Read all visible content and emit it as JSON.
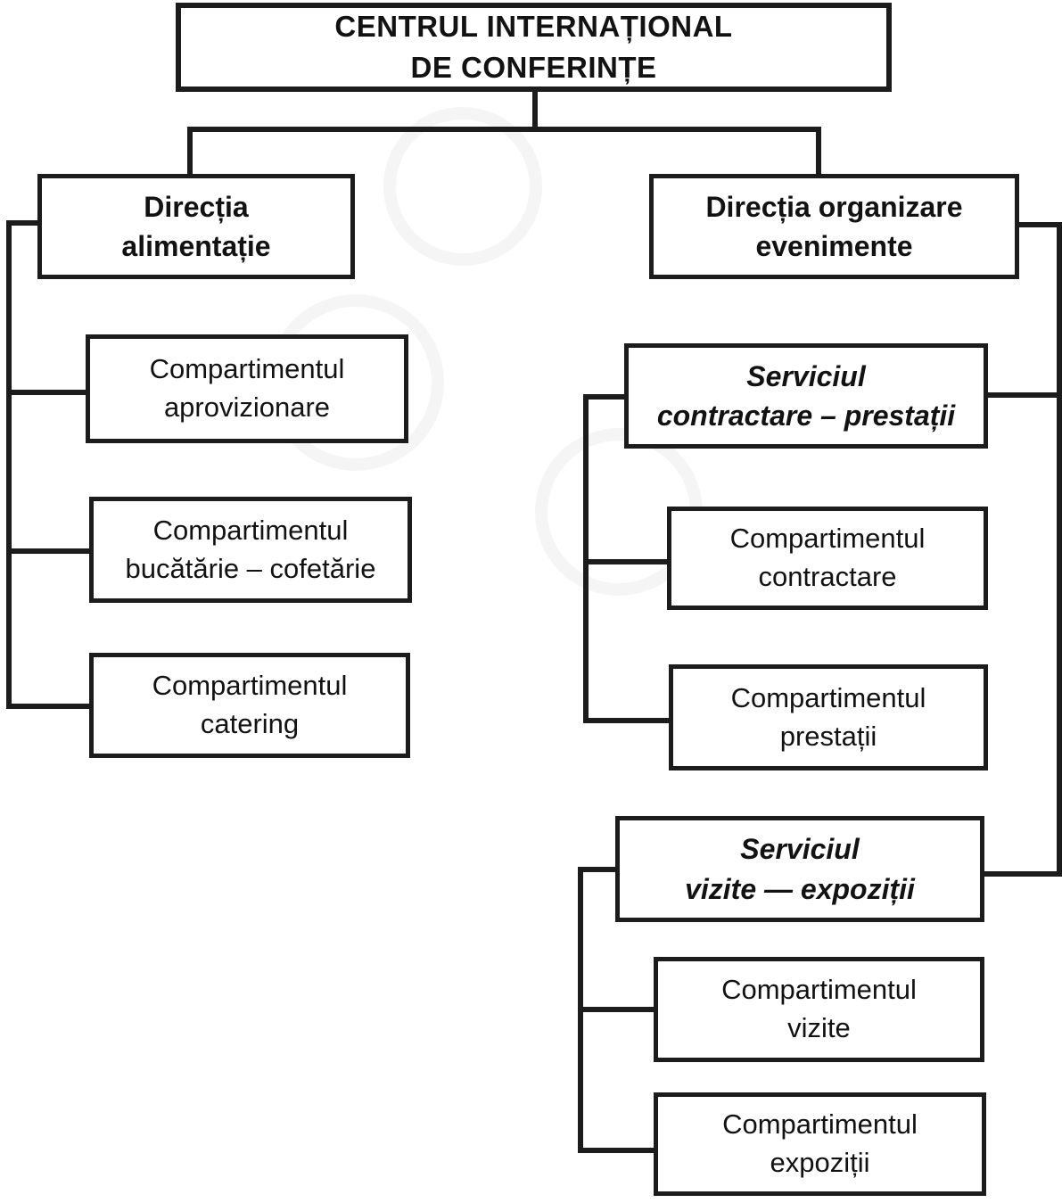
{
  "colors": {
    "line": "#1c1c1c",
    "background": "#ffffff",
    "text": "#121212"
  },
  "boxes": {
    "root": {
      "line1": "CENTRUL INTERNAȚIONAL",
      "line2": "DE CONFERINȚE"
    },
    "dir_alimentatie": {
      "line1": "Direcția",
      "line2": "alimentație"
    },
    "comp_aprovizionare": {
      "line1": "Compartimentul",
      "line2": "aprovizionare"
    },
    "comp_bucatarie": {
      "line1": "Compartimentul",
      "line2": "bucătărie – cofetărie"
    },
    "comp_catering": {
      "line1": "Compartimentul",
      "line2": "catering"
    },
    "dir_evenimente": {
      "line1": "Direcția organizare",
      "line2": "evenimente"
    },
    "serv_contractare": {
      "line1": "Serviciul",
      "line2": "contractare – prestații"
    },
    "comp_contractare": {
      "line1": "Compartimentul",
      "line2": "contractare"
    },
    "comp_prestatii": {
      "line1": "Compartimentul",
      "line2": "prestații"
    },
    "serv_vizite": {
      "line1": "Serviciul",
      "line2": "vizite — expoziții"
    },
    "comp_vizite": {
      "line1": "Compartimentul",
      "line2": "vizite"
    },
    "comp_expozitii": {
      "line1": "Compartimentul",
      "line2": "expoziții"
    }
  },
  "hierarchy": {
    "CENTRUL INTERNAȚIONAL DE CONFERINȚE": {
      "Direcția alimentație": [
        "Compartimentul aprovizionare",
        "Compartimentul bucătărie – cofetărie",
        "Compartimentul catering"
      ],
      "Direcția organizare evenimente": {
        "Serviciul contractare – prestații": [
          "Compartimentul contractare",
          "Compartimentul prestații"
        ],
        "Serviciul vizite — expoziții": [
          "Compartimentul vizite",
          "Compartimentul expoziții"
        ]
      }
    }
  }
}
